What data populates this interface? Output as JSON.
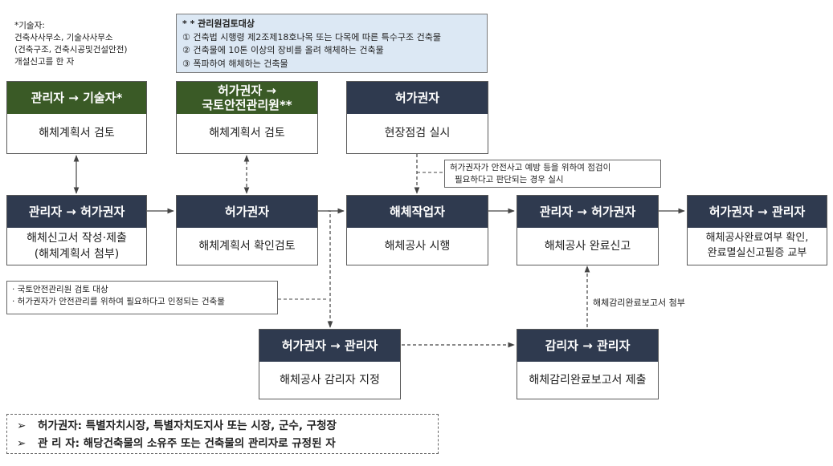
{
  "note_engineer": {
    "lines": [
      "*기술자:",
      "건축사사무소, 기술사사무소",
      "(건축구조, 건축시공및건설안전)",
      "개설신고를 한 자"
    ]
  },
  "note_review_targets": {
    "lines": [
      "* * 관리원검토대상",
      "① 건축법 시행령 제2조제18호나목 또는 다목에 따른 특수구조 건축물",
      "② 건축물에 10톤 이상의 장비를 올려 해체하는 건축물",
      "③ 폭파하여 해체하는 건축물"
    ]
  },
  "nodes": {
    "n1": {
      "header": "관리자 → 기술자*",
      "body": "해체계획서 검토"
    },
    "n2": {
      "header": "허가권자 →\n국토안전관리원**",
      "body": "해체계획서 검토"
    },
    "n3": {
      "header": "허가권자",
      "body": "현장점검 실시"
    },
    "n4": {
      "header": "관리자 → 허가권자",
      "body": "해체신고서 작성·제출\n(해체계획서  첨부)"
    },
    "n5": {
      "header": "허가권자",
      "body": "해체계획서 확인검토"
    },
    "n6": {
      "header": "해체작업자",
      "body": "해체공사 시행"
    },
    "n7": {
      "header": "관리자 → 허가권자",
      "body": "해체공사 완료신고"
    },
    "n8": {
      "header": "허가권자 → 관리자",
      "body": "해체공사완료여부 확인,\n완료멸실신고필증 교부"
    },
    "n9": {
      "header": "허가권자 → 관리자",
      "body": "해체공사 감리자 지정"
    },
    "n10": {
      "header": "감리자 → 관리자",
      "body": "해체감리완료보고서 제출"
    }
  },
  "note_inspection": {
    "lines": [
      "허가권자가 안전사고 예방 등을 위하여 점검이",
      "필요하다고 판단되는 경우 실시"
    ]
  },
  "note_conditions": {
    "lines": [
      "· 국토안전관리원 검토 대상",
      "· 허가권자가 안전관리를 위하여 필요하다고 인정되는 건축물"
    ]
  },
  "label_attach": "해체감리완료보고서 첨부",
  "legend": {
    "items": [
      {
        "marker": "➢",
        "text": "허가권자: 특별자치시장, 특별자치도지사 또는 시장, 군수, 구청장"
      },
      {
        "marker": "➢",
        "text": "관 리 자: 해당건축물의 소유주 또는 건축물의 관리자로 규정된 자"
      }
    ]
  },
  "colors": {
    "header_navy": "#2f3a4f",
    "header_green": "#3a5a26",
    "note_blue": "#dce8f4"
  }
}
